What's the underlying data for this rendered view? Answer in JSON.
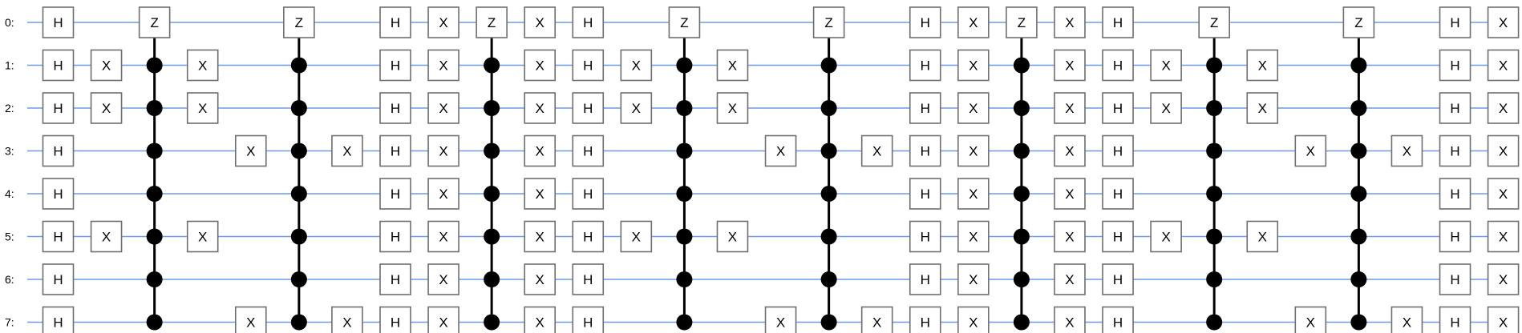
{
  "diagram": {
    "qubits": [
      "0:",
      "1:",
      "2:",
      "3:",
      "4:",
      "5:",
      "6:",
      "7:"
    ],
    "columns": [
      {
        "single": [
          {
            "q": 0,
            "g": "H"
          },
          {
            "q": 1,
            "g": "H"
          },
          {
            "q": 2,
            "g": "H"
          },
          {
            "q": 3,
            "g": "H"
          },
          {
            "q": 4,
            "g": "H"
          },
          {
            "q": 5,
            "g": "H"
          },
          {
            "q": 6,
            "g": "H"
          },
          {
            "q": 7,
            "g": "H"
          }
        ]
      },
      {
        "single": [
          {
            "q": 1,
            "g": "X"
          },
          {
            "q": 2,
            "g": "X"
          },
          {
            "q": 5,
            "g": "X"
          }
        ]
      },
      {
        "controlled": {
          "target": 0,
          "label": "Z",
          "controls": [
            1,
            2,
            3,
            4,
            5,
            6,
            7
          ]
        }
      },
      {
        "single": [
          {
            "q": 1,
            "g": "X"
          },
          {
            "q": 2,
            "g": "X"
          },
          {
            "q": 5,
            "g": "X"
          }
        ]
      },
      {
        "single": [
          {
            "q": 3,
            "g": "X"
          },
          {
            "q": 7,
            "g": "X"
          }
        ]
      },
      {
        "controlled": {
          "target": 0,
          "label": "Z",
          "controls": [
            1,
            2,
            3,
            4,
            5,
            6,
            7
          ]
        }
      },
      {
        "single": [
          {
            "q": 3,
            "g": "X"
          },
          {
            "q": 7,
            "g": "X"
          }
        ]
      },
      {
        "single": [
          {
            "q": 0,
            "g": "H"
          },
          {
            "q": 1,
            "g": "H"
          },
          {
            "q": 2,
            "g": "H"
          },
          {
            "q": 3,
            "g": "H"
          },
          {
            "q": 4,
            "g": "H"
          },
          {
            "q": 5,
            "g": "H"
          },
          {
            "q": 6,
            "g": "H"
          },
          {
            "q": 7,
            "g": "H"
          }
        ]
      },
      {
        "single": [
          {
            "q": 0,
            "g": "X"
          },
          {
            "q": 1,
            "g": "X"
          },
          {
            "q": 2,
            "g": "X"
          },
          {
            "q": 3,
            "g": "X"
          },
          {
            "q": 4,
            "g": "X"
          },
          {
            "q": 5,
            "g": "X"
          },
          {
            "q": 6,
            "g": "X"
          },
          {
            "q": 7,
            "g": "X"
          }
        ]
      },
      {
        "controlled": {
          "target": 0,
          "label": "Z",
          "controls": [
            1,
            2,
            3,
            4,
            5,
            6,
            7
          ]
        }
      },
      {
        "single": [
          {
            "q": 0,
            "g": "X"
          },
          {
            "q": 1,
            "g": "X"
          },
          {
            "q": 2,
            "g": "X"
          },
          {
            "q": 3,
            "g": "X"
          },
          {
            "q": 4,
            "g": "X"
          },
          {
            "q": 5,
            "g": "X"
          },
          {
            "q": 6,
            "g": "X"
          },
          {
            "q": 7,
            "g": "X"
          }
        ]
      },
      {
        "single": [
          {
            "q": 0,
            "g": "H"
          },
          {
            "q": 1,
            "g": "H"
          },
          {
            "q": 2,
            "g": "H"
          },
          {
            "q": 3,
            "g": "H"
          },
          {
            "q": 4,
            "g": "H"
          },
          {
            "q": 5,
            "g": "H"
          },
          {
            "q": 6,
            "g": "H"
          },
          {
            "q": 7,
            "g": "H"
          }
        ]
      },
      {
        "single": [
          {
            "q": 1,
            "g": "X"
          },
          {
            "q": 2,
            "g": "X"
          },
          {
            "q": 5,
            "g": "X"
          }
        ]
      },
      {
        "controlled": {
          "target": 0,
          "label": "Z",
          "controls": [
            1,
            2,
            3,
            4,
            5,
            6,
            7
          ]
        }
      },
      {
        "single": [
          {
            "q": 1,
            "g": "X"
          },
          {
            "q": 2,
            "g": "X"
          },
          {
            "q": 5,
            "g": "X"
          }
        ]
      },
      {
        "single": [
          {
            "q": 3,
            "g": "X"
          },
          {
            "q": 7,
            "g": "X"
          }
        ]
      },
      {
        "controlled": {
          "target": 0,
          "label": "Z",
          "controls": [
            1,
            2,
            3,
            4,
            5,
            6,
            7
          ]
        }
      },
      {
        "single": [
          {
            "q": 3,
            "g": "X"
          },
          {
            "q": 7,
            "g": "X"
          }
        ]
      },
      {
        "single": [
          {
            "q": 0,
            "g": "H"
          },
          {
            "q": 1,
            "g": "H"
          },
          {
            "q": 2,
            "g": "H"
          },
          {
            "q": 3,
            "g": "H"
          },
          {
            "q": 4,
            "g": "H"
          },
          {
            "q": 5,
            "g": "H"
          },
          {
            "q": 6,
            "g": "H"
          },
          {
            "q": 7,
            "g": "H"
          }
        ]
      },
      {
        "single": [
          {
            "q": 0,
            "g": "X"
          },
          {
            "q": 1,
            "g": "X"
          },
          {
            "q": 2,
            "g": "X"
          },
          {
            "q": 3,
            "g": "X"
          },
          {
            "q": 4,
            "g": "X"
          },
          {
            "q": 5,
            "g": "X"
          },
          {
            "q": 6,
            "g": "X"
          },
          {
            "q": 7,
            "g": "X"
          }
        ]
      },
      {
        "controlled": {
          "target": 0,
          "label": "Z",
          "controls": [
            1,
            2,
            3,
            4,
            5,
            6,
            7
          ]
        }
      },
      {
        "single": [
          {
            "q": 0,
            "g": "X"
          },
          {
            "q": 1,
            "g": "X"
          },
          {
            "q": 2,
            "g": "X"
          },
          {
            "q": 3,
            "g": "X"
          },
          {
            "q": 4,
            "g": "X"
          },
          {
            "q": 5,
            "g": "X"
          },
          {
            "q": 6,
            "g": "X"
          },
          {
            "q": 7,
            "g": "X"
          }
        ]
      },
      {
        "single": [
          {
            "q": 0,
            "g": "H"
          },
          {
            "q": 1,
            "g": "H"
          },
          {
            "q": 2,
            "g": "H"
          },
          {
            "q": 3,
            "g": "H"
          },
          {
            "q": 4,
            "g": "H"
          },
          {
            "q": 5,
            "g": "H"
          },
          {
            "q": 6,
            "g": "H"
          },
          {
            "q": 7,
            "g": "H"
          }
        ]
      },
      {
        "single": [
          {
            "q": 1,
            "g": "X"
          },
          {
            "q": 2,
            "g": "X"
          },
          {
            "q": 5,
            "g": "X"
          }
        ]
      },
      {
        "controlled": {
          "target": 0,
          "label": "Z",
          "controls": [
            1,
            2,
            3,
            4,
            5,
            6,
            7
          ]
        }
      },
      {
        "single": [
          {
            "q": 1,
            "g": "X"
          },
          {
            "q": 2,
            "g": "X"
          },
          {
            "q": 5,
            "g": "X"
          }
        ]
      },
      {
        "single": [
          {
            "q": 3,
            "g": "X"
          },
          {
            "q": 7,
            "g": "X"
          }
        ]
      },
      {
        "controlled": {
          "target": 0,
          "label": "Z",
          "controls": [
            1,
            2,
            3,
            4,
            5,
            6,
            7
          ]
        }
      },
      {
        "single": [
          {
            "q": 3,
            "g": "X"
          },
          {
            "q": 7,
            "g": "X"
          }
        ]
      },
      {
        "single": [
          {
            "q": 0,
            "g": "H"
          },
          {
            "q": 1,
            "g": "H"
          },
          {
            "q": 2,
            "g": "H"
          },
          {
            "q": 3,
            "g": "H"
          },
          {
            "q": 4,
            "g": "H"
          },
          {
            "q": 5,
            "g": "H"
          },
          {
            "q": 6,
            "g": "H"
          },
          {
            "q": 7,
            "g": "H"
          }
        ]
      },
      {
        "single": [
          {
            "q": 0,
            "g": "X"
          },
          {
            "q": 1,
            "g": "X"
          },
          {
            "q": 2,
            "g": "X"
          },
          {
            "q": 3,
            "g": "X"
          },
          {
            "q": 4,
            "g": "X"
          },
          {
            "q": 5,
            "g": "X"
          },
          {
            "q": 6,
            "g": "X"
          },
          {
            "q": 7,
            "g": "X"
          }
        ]
      }
    ],
    "colors": {
      "wire": "#6f9be6",
      "gate_border": "#6e6e6e",
      "gate_fill": "#ffffff",
      "control": "#000000"
    }
  }
}
